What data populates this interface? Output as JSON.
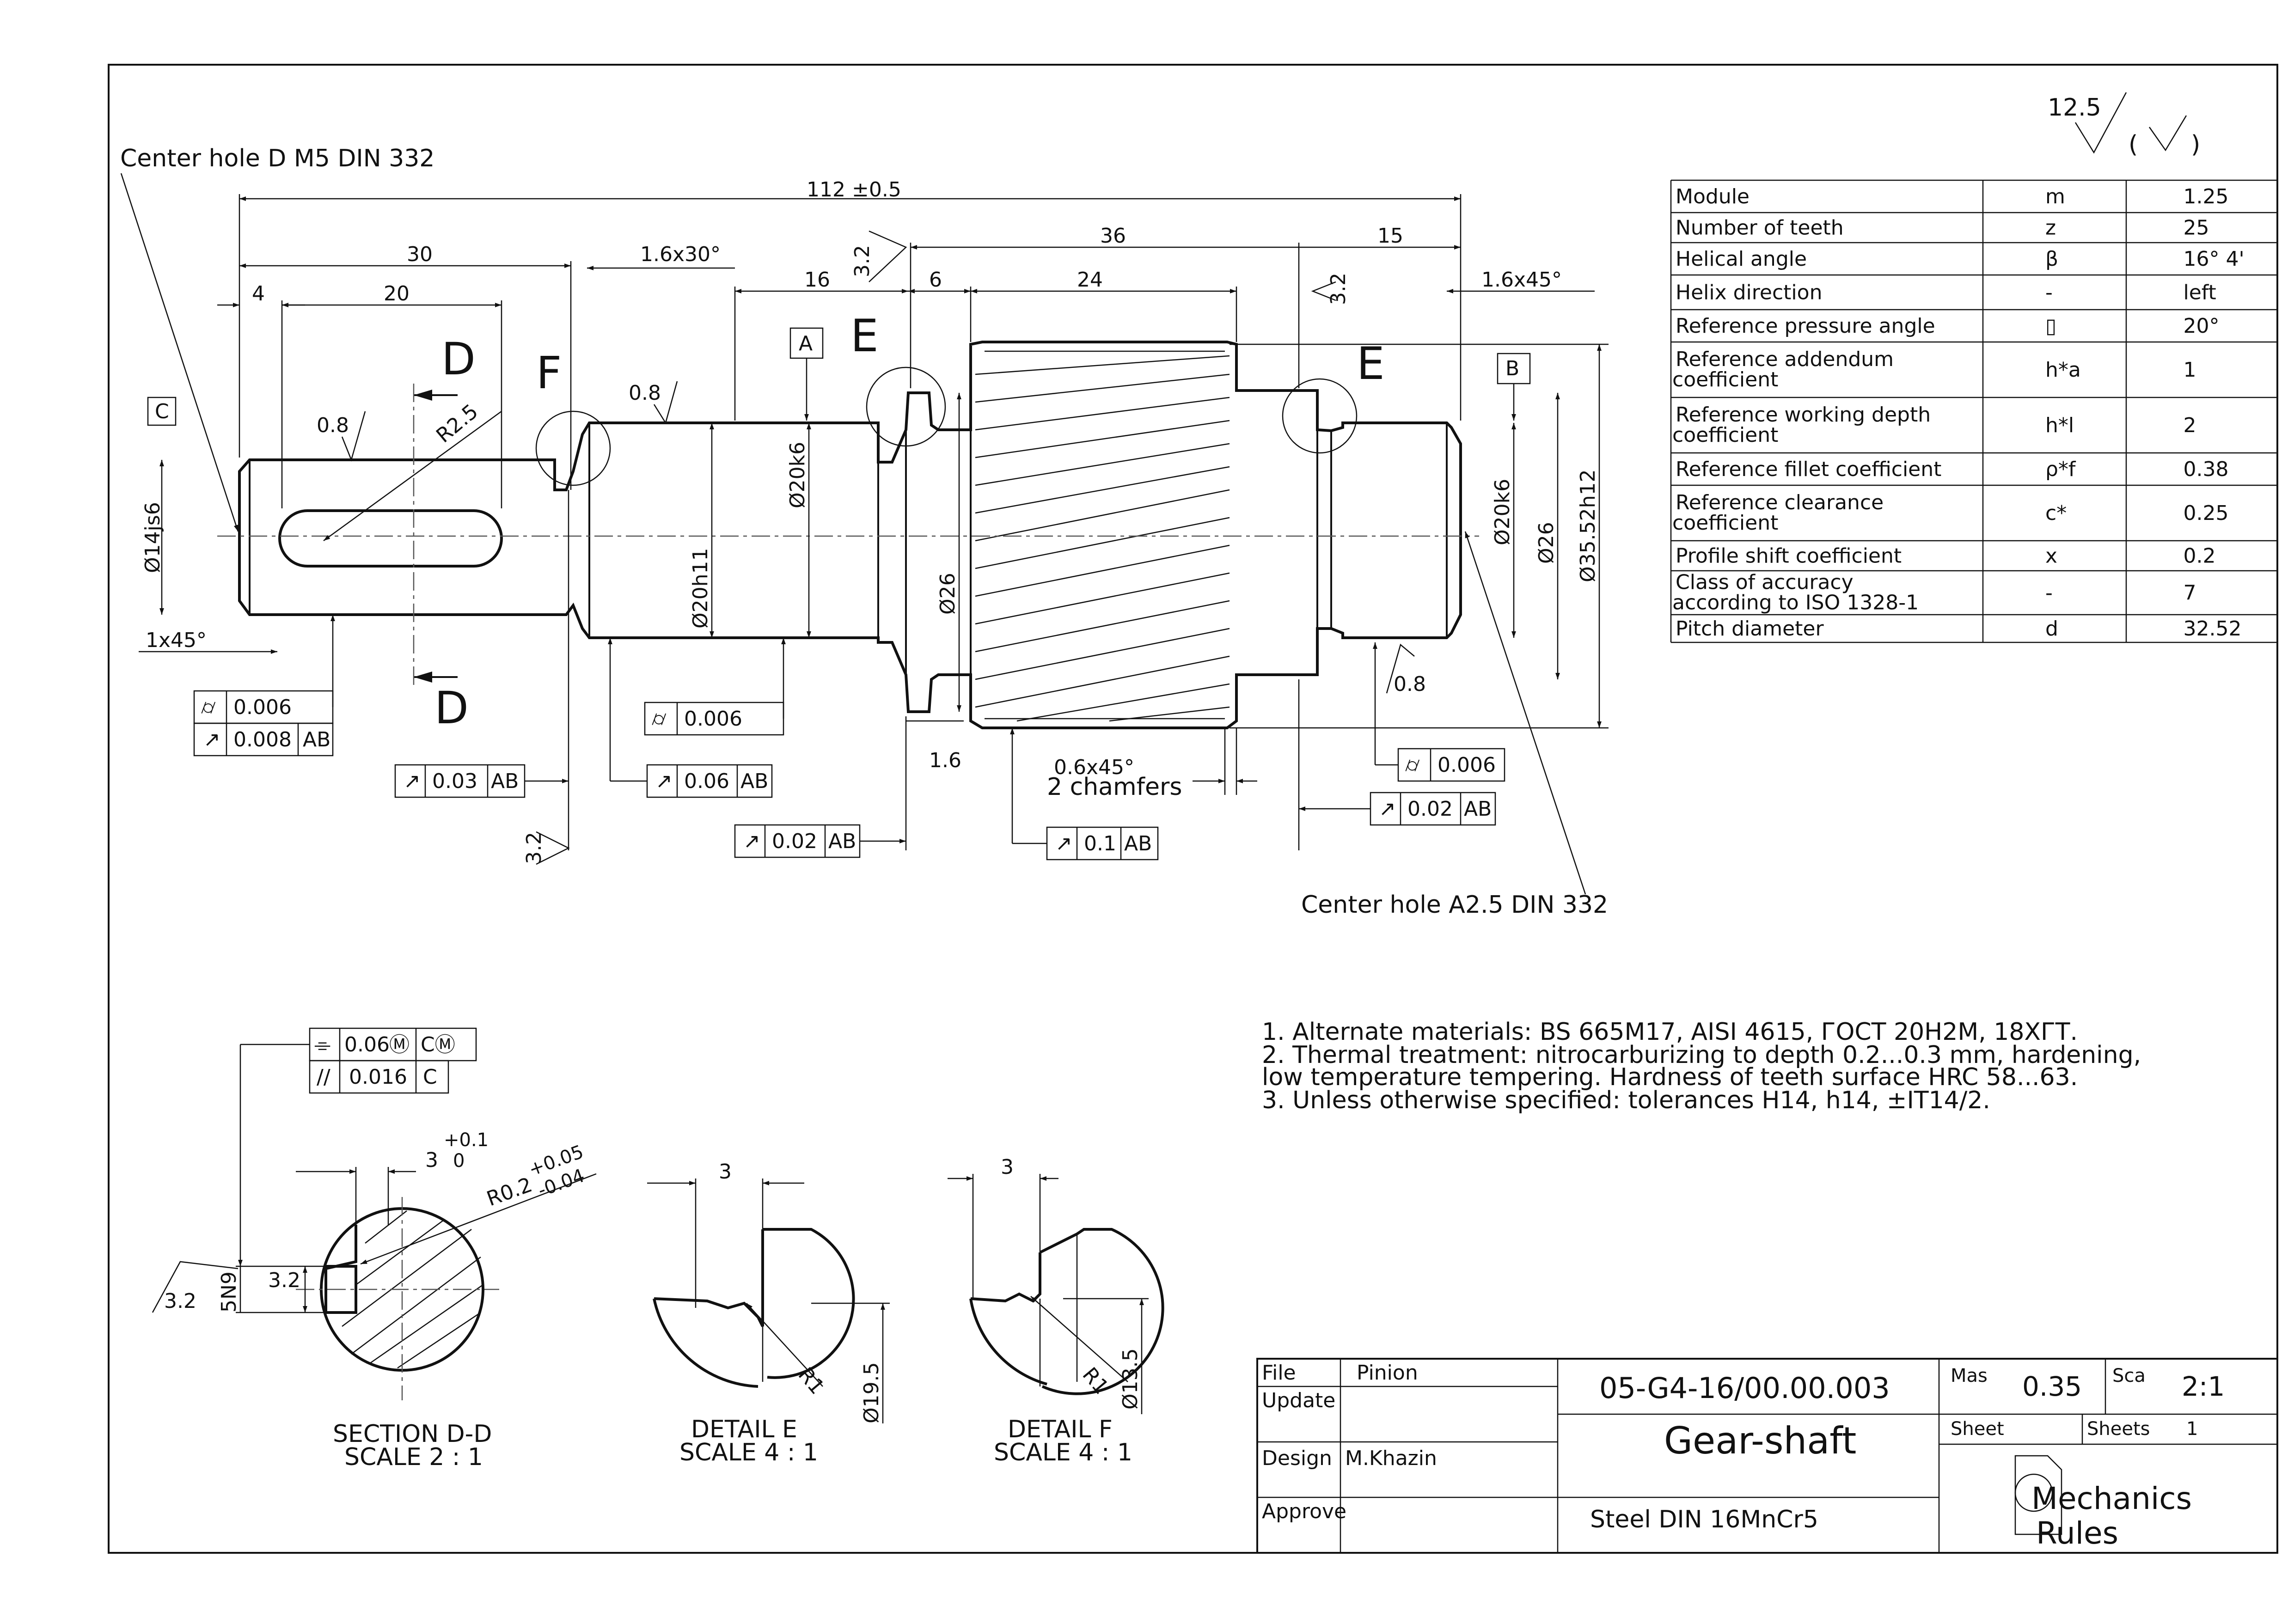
{
  "surface_finish": {
    "value": "12.5"
  },
  "annotations": {
    "center_hole_left": "Center hole D M5 DIN 332",
    "center_hole_right": "Center hole A2.5 DIN 332"
  },
  "dimensions": {
    "overall": "112 ±0.5",
    "d30": "30",
    "d20": "20",
    "d4": "4",
    "d36": "36",
    "d15": "15",
    "d16": "16",
    "d6": "6",
    "d24": "24",
    "ch_16x30": "1.6x30°",
    "ch_16x45": "1.6x45°",
    "ch_1x45": "1x45°",
    "r25": "R2.5",
    "rough08a": "0.8",
    "rough08b": "0.8",
    "rough08c": "0.8",
    "rough32a": "3.2",
    "rough32b": "3.2",
    "rough32c": "3.2",
    "dia14js6": "Ø14js6",
    "dia20h11": "Ø20h11",
    "dia20k6_a": "Ø20k6",
    "dia26_a": "Ø26",
    "dia20k6_b": "Ø20k6",
    "dia26_b": "Ø26",
    "dia3552": "Ø35.52h12",
    "d16b": "1.6",
    "ch_06x45": "0.6x45°",
    "two_chamfers": "2 chamfers"
  },
  "section_letters": {
    "d_top": "D",
    "d_bottom": "D",
    "f": "F",
    "e_left": "E",
    "e_right": "E"
  },
  "datums": {
    "a": "A",
    "b": "B",
    "c": "C"
  },
  "tolerance_frames": {
    "f1": {
      "value": "0.006"
    },
    "f2": {
      "value": "0.008",
      "ref": "AB"
    },
    "f3": {
      "value": "0.03",
      "ref": "AB"
    },
    "f4": {
      "value": "0.006"
    },
    "f5": {
      "value": "0.06",
      "ref": "AB"
    },
    "f6": {
      "value": "0.02",
      "ref": "AB"
    },
    "f7": {
      "value": "0.1",
      "ref": "AB"
    },
    "f8": {
      "value": "0.006"
    },
    "f9": {
      "value": "0.02",
      "ref": "AB"
    },
    "f10": {
      "value": "0.06",
      "ref": "C"
    },
    "f11": {
      "value": "0.016",
      "ref": "C"
    }
  },
  "gear_table": [
    {
      "param": "Module",
      "sym": "m",
      "val": "1.25"
    },
    {
      "param": "Number of teeth",
      "sym": "z",
      "val": "25"
    },
    {
      "param": "Helical angle",
      "sym": "β",
      "val": "16° 4'"
    },
    {
      "param": "Helix direction",
      "sym": "-",
      "val": "left"
    },
    {
      "param": "Reference pressure angle",
      "sym": "▯",
      "val": "20°"
    },
    {
      "param": "Reference addendum coefficient",
      "sym": "h*a",
      "val": "1"
    },
    {
      "param": "Reference working depth coefficient",
      "sym": "h*l",
      "val": "2"
    },
    {
      "param": "Reference fillet coefficient",
      "sym": "ρ*f",
      "val": "0.38"
    },
    {
      "param": "Reference  clearance coefficient",
      "sym": "c*",
      "val": "0.25"
    },
    {
      "param": "Profile shift coefficient",
      "sym": "x",
      "val": "0.2"
    },
    {
      "param": "Class of accuracy according to ISO 1328-1",
      "sym": "-",
      "val": "7"
    },
    {
      "param": "Pitch diameter",
      "sym": "d",
      "val": "32.52"
    }
  ],
  "notes": [
    "1. Alternate materials: BS 665M17, AISI 4615, ГОСТ 20Н2М, 18ХГТ.",
    "2. Thermal treatment: nitrocarburizing to depth 0.2...0.3 mm, hardening,",
    "    low temperature tempering. Hardness of teeth surface HRC 58...63.",
    "3. Unless otherwise specified: tolerances H14, h14, ±IT14/2."
  ],
  "section_dd": {
    "title": "SECTION D-D",
    "scale": "SCALE 2 : 1",
    "w3": "3",
    "tol_up": "+0.1",
    "tol_dn": "0",
    "r02": "R0.2",
    "r_up": "+0.05",
    "r_dn": "-0.04",
    "d32": "3.2",
    "n5n9": "5N9",
    "rough32": "3.2"
  },
  "detail_e": {
    "title": "DETAIL E",
    "scale": "SCALE 4 : 1",
    "w3": "3",
    "r1": "R1",
    "dia": "Ø19.5"
  },
  "detail_f": {
    "title": "DETAIL F",
    "scale": "SCALE 4 : 1",
    "w3": "3",
    "r1": "R1",
    "dia": "Ø13.5"
  },
  "title_block": {
    "file_label": "File",
    "file_value": "Pinion",
    "update_label": "Update",
    "design_label": "Design",
    "design_value": "M.Khazin",
    "approve_label": "Approve",
    "drawing_no": "05-G4-16/00.00.003",
    "part_name": "Gear-shaft",
    "material": "Steel DIN 16MnCr5",
    "mass_label": "Mas",
    "mass_value": "0.35",
    "scale_label": "Sca",
    "scale_value": "2:1",
    "sheet_label": "Sheet",
    "sheets_label": "Sheets",
    "sheets_value": "1",
    "logo_line1": "Mechanics",
    "logo_line2": "Rules"
  }
}
